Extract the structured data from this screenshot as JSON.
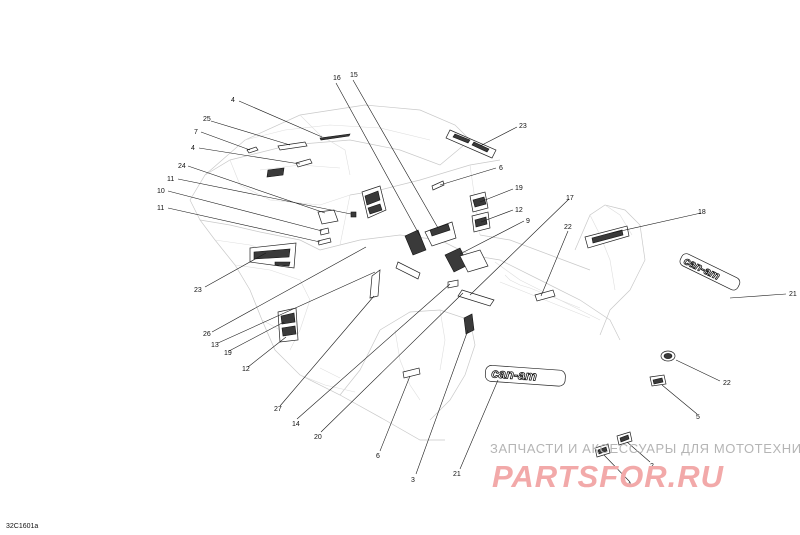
{
  "diagram_code": "32C1601a",
  "watermark": {
    "tagline": "ЗАПЧАСТИ И АКСЕССУАРЫ ДЛЯ МОТОТЕХНИКИ",
    "brand": "PARTSFOR.RU"
  },
  "decal_text": {
    "can_am_side": "can-am",
    "can_am_rear": "can-am"
  },
  "callouts": [
    {
      "id": "c16",
      "label": "16"
    },
    {
      "id": "c15",
      "label": "15"
    },
    {
      "id": "c4a",
      "label": "4"
    },
    {
      "id": "c25",
      "label": "25"
    },
    {
      "id": "c7",
      "label": "7"
    },
    {
      "id": "c4b",
      "label": "4"
    },
    {
      "id": "c24",
      "label": "24"
    },
    {
      "id": "c11a",
      "label": "11"
    },
    {
      "id": "c10",
      "label": "10"
    },
    {
      "id": "c11b",
      "label": "11"
    },
    {
      "id": "c23a",
      "label": "23"
    },
    {
      "id": "c23b",
      "label": "23"
    },
    {
      "id": "c6a",
      "label": "6"
    },
    {
      "id": "c19a",
      "label": "19"
    },
    {
      "id": "c12a",
      "label": "12"
    },
    {
      "id": "c9",
      "label": "9"
    },
    {
      "id": "c17",
      "label": "17"
    },
    {
      "id": "c22a",
      "label": "22"
    },
    {
      "id": "c18",
      "label": "18"
    },
    {
      "id": "c21a",
      "label": "21"
    },
    {
      "id": "c26",
      "label": "26"
    },
    {
      "id": "c13",
      "label": "13"
    },
    {
      "id": "c19b",
      "label": "19"
    },
    {
      "id": "c12b",
      "label": "12"
    },
    {
      "id": "c27",
      "label": "27"
    },
    {
      "id": "c14",
      "label": "14"
    },
    {
      "id": "c20",
      "label": "20"
    },
    {
      "id": "c6b",
      "label": "6"
    },
    {
      "id": "c3",
      "label": "3"
    },
    {
      "id": "c21b",
      "label": "21"
    },
    {
      "id": "c22b",
      "label": "22"
    },
    {
      "id": "c5",
      "label": "5"
    },
    {
      "id": "c2",
      "label": "2"
    },
    {
      "id": "c1",
      "label": "1"
    }
  ]
}
